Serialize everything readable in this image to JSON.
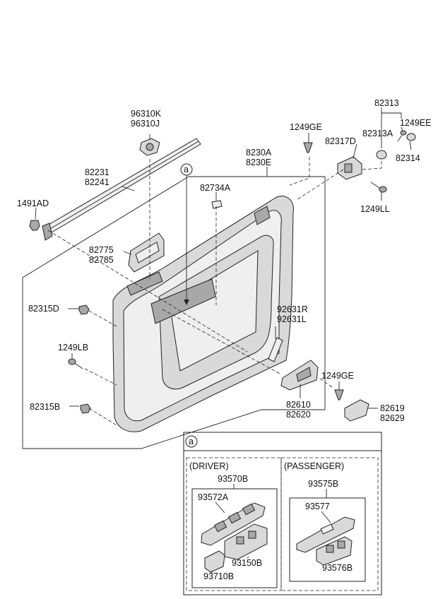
{
  "callouts": {
    "p96310": [
      "96310K",
      "96310J"
    ],
    "p1249GE_top": "1249GE",
    "p82313": "82313",
    "p1249EE": "1249EE",
    "p82313A": "82313A",
    "p82317D": "82317D",
    "p82314": "82314",
    "p8230": [
      "8230A",
      "8230E"
    ],
    "p82231": [
      "82231",
      "82241"
    ],
    "circle_a_main": "a",
    "p82734A": "82734A",
    "p1249LL": "1249LL",
    "p1491AD": "1491AD",
    "p82775": [
      "82775",
      "82785"
    ],
    "p82315D": "82315D",
    "p92631": [
      "92631R",
      "92631L"
    ],
    "p1249LB": "1249LB",
    "p1249GE_low": "1249GE",
    "p82610": [
      "82610",
      "82620"
    ],
    "p82619": [
      "82619",
      "82629"
    ],
    "p82315B": "82315B"
  },
  "inset": {
    "circle_label": "a",
    "driver": {
      "title": "(DRIVER)",
      "assembly": "93570B",
      "parts": [
        "93572A",
        "93150B",
        "93710B"
      ]
    },
    "passenger": {
      "title": "(PASSENGER)",
      "assembly": "93575B",
      "parts": [
        "93577",
        "93576B"
      ]
    }
  }
}
